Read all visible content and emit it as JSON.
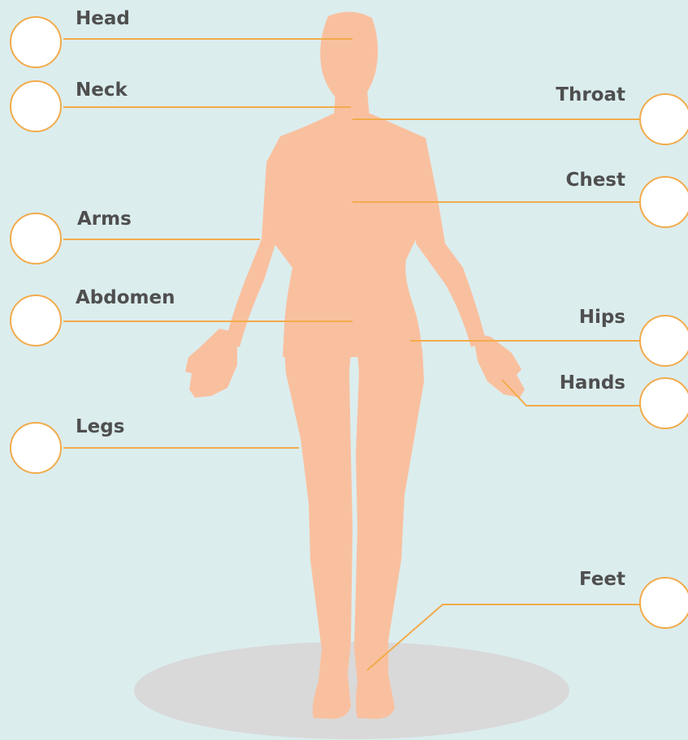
{
  "colors": {
    "background": "#dcedee",
    "skin": "#f9c09f",
    "shadow": "#d9d9d9",
    "connector": "#f2ab4b",
    "label_text": "#4f4f4f"
  },
  "body_parts": {
    "head": "Head",
    "neck": "Neck",
    "throat": "Throat",
    "chest": "Chest",
    "arms": "Arms",
    "abdomen": "Abdomen",
    "hips": "Hips",
    "hands": "Hands",
    "legs": "Legs",
    "feet": "Feet"
  }
}
